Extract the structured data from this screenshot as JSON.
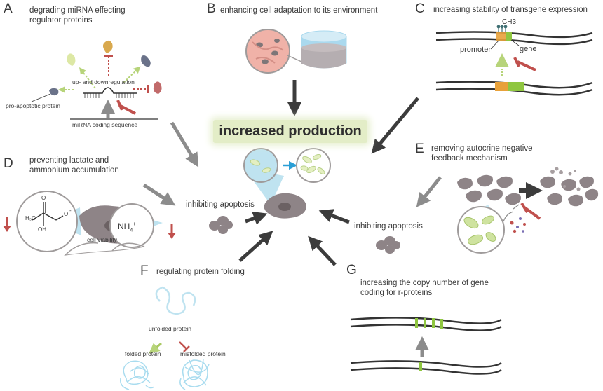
{
  "center_title": "increased production",
  "panels": {
    "A": {
      "letter": "A",
      "title": "degrading miRNA effecting regulator proteins",
      "up_down": "up- and downregulation",
      "pro_apoptotic": "pro-apoptotic protein",
      "mirna_seq": "miRNA coding sequence"
    },
    "B": {
      "letter": "B",
      "title": "enhancing cell adaptation to its environment"
    },
    "C": {
      "letter": "C",
      "title": "increasing stability of transgene expression",
      "ch3": "CH3",
      "promoter": "promoter",
      "gene": "gene"
    },
    "D": {
      "letter": "D",
      "title": "preventing lactate and ammonium accumulation",
      "cell_viability": "cell viability",
      "nh4": "NH",
      "nh4_sub": "4",
      "nh4_sup": "+",
      "lactate_ch3": "H₃C",
      "lactate_oh": "OH",
      "lactate_o": "O",
      "lactate_o_minus": "O",
      "minus": "-"
    },
    "E": {
      "letter": "E",
      "title": "removing autocrine negative feedback mechanism"
    },
    "F": {
      "letter": "F",
      "title": "regulating protein folding",
      "unfolded": "unfolded protein",
      "folded": "folded protein",
      "misfolded": "misfolded protein"
    },
    "G": {
      "letter": "G",
      "title": "increasing the copy number of gene coding for r-proteins"
    }
  },
  "inhibit_left": "inhibiting apoptosis",
  "inhibit_right": "inhibiting apoptosis",
  "colors": {
    "arrow_dark": "#3c3c3c",
    "arrow_grey": "#8c8c8c",
    "inhibit_red": "#c0504d",
    "cell": "#8e8487",
    "green": "#8fc640",
    "lightblue": "#bfe3f0",
    "orange": "#e8a13a"
  }
}
